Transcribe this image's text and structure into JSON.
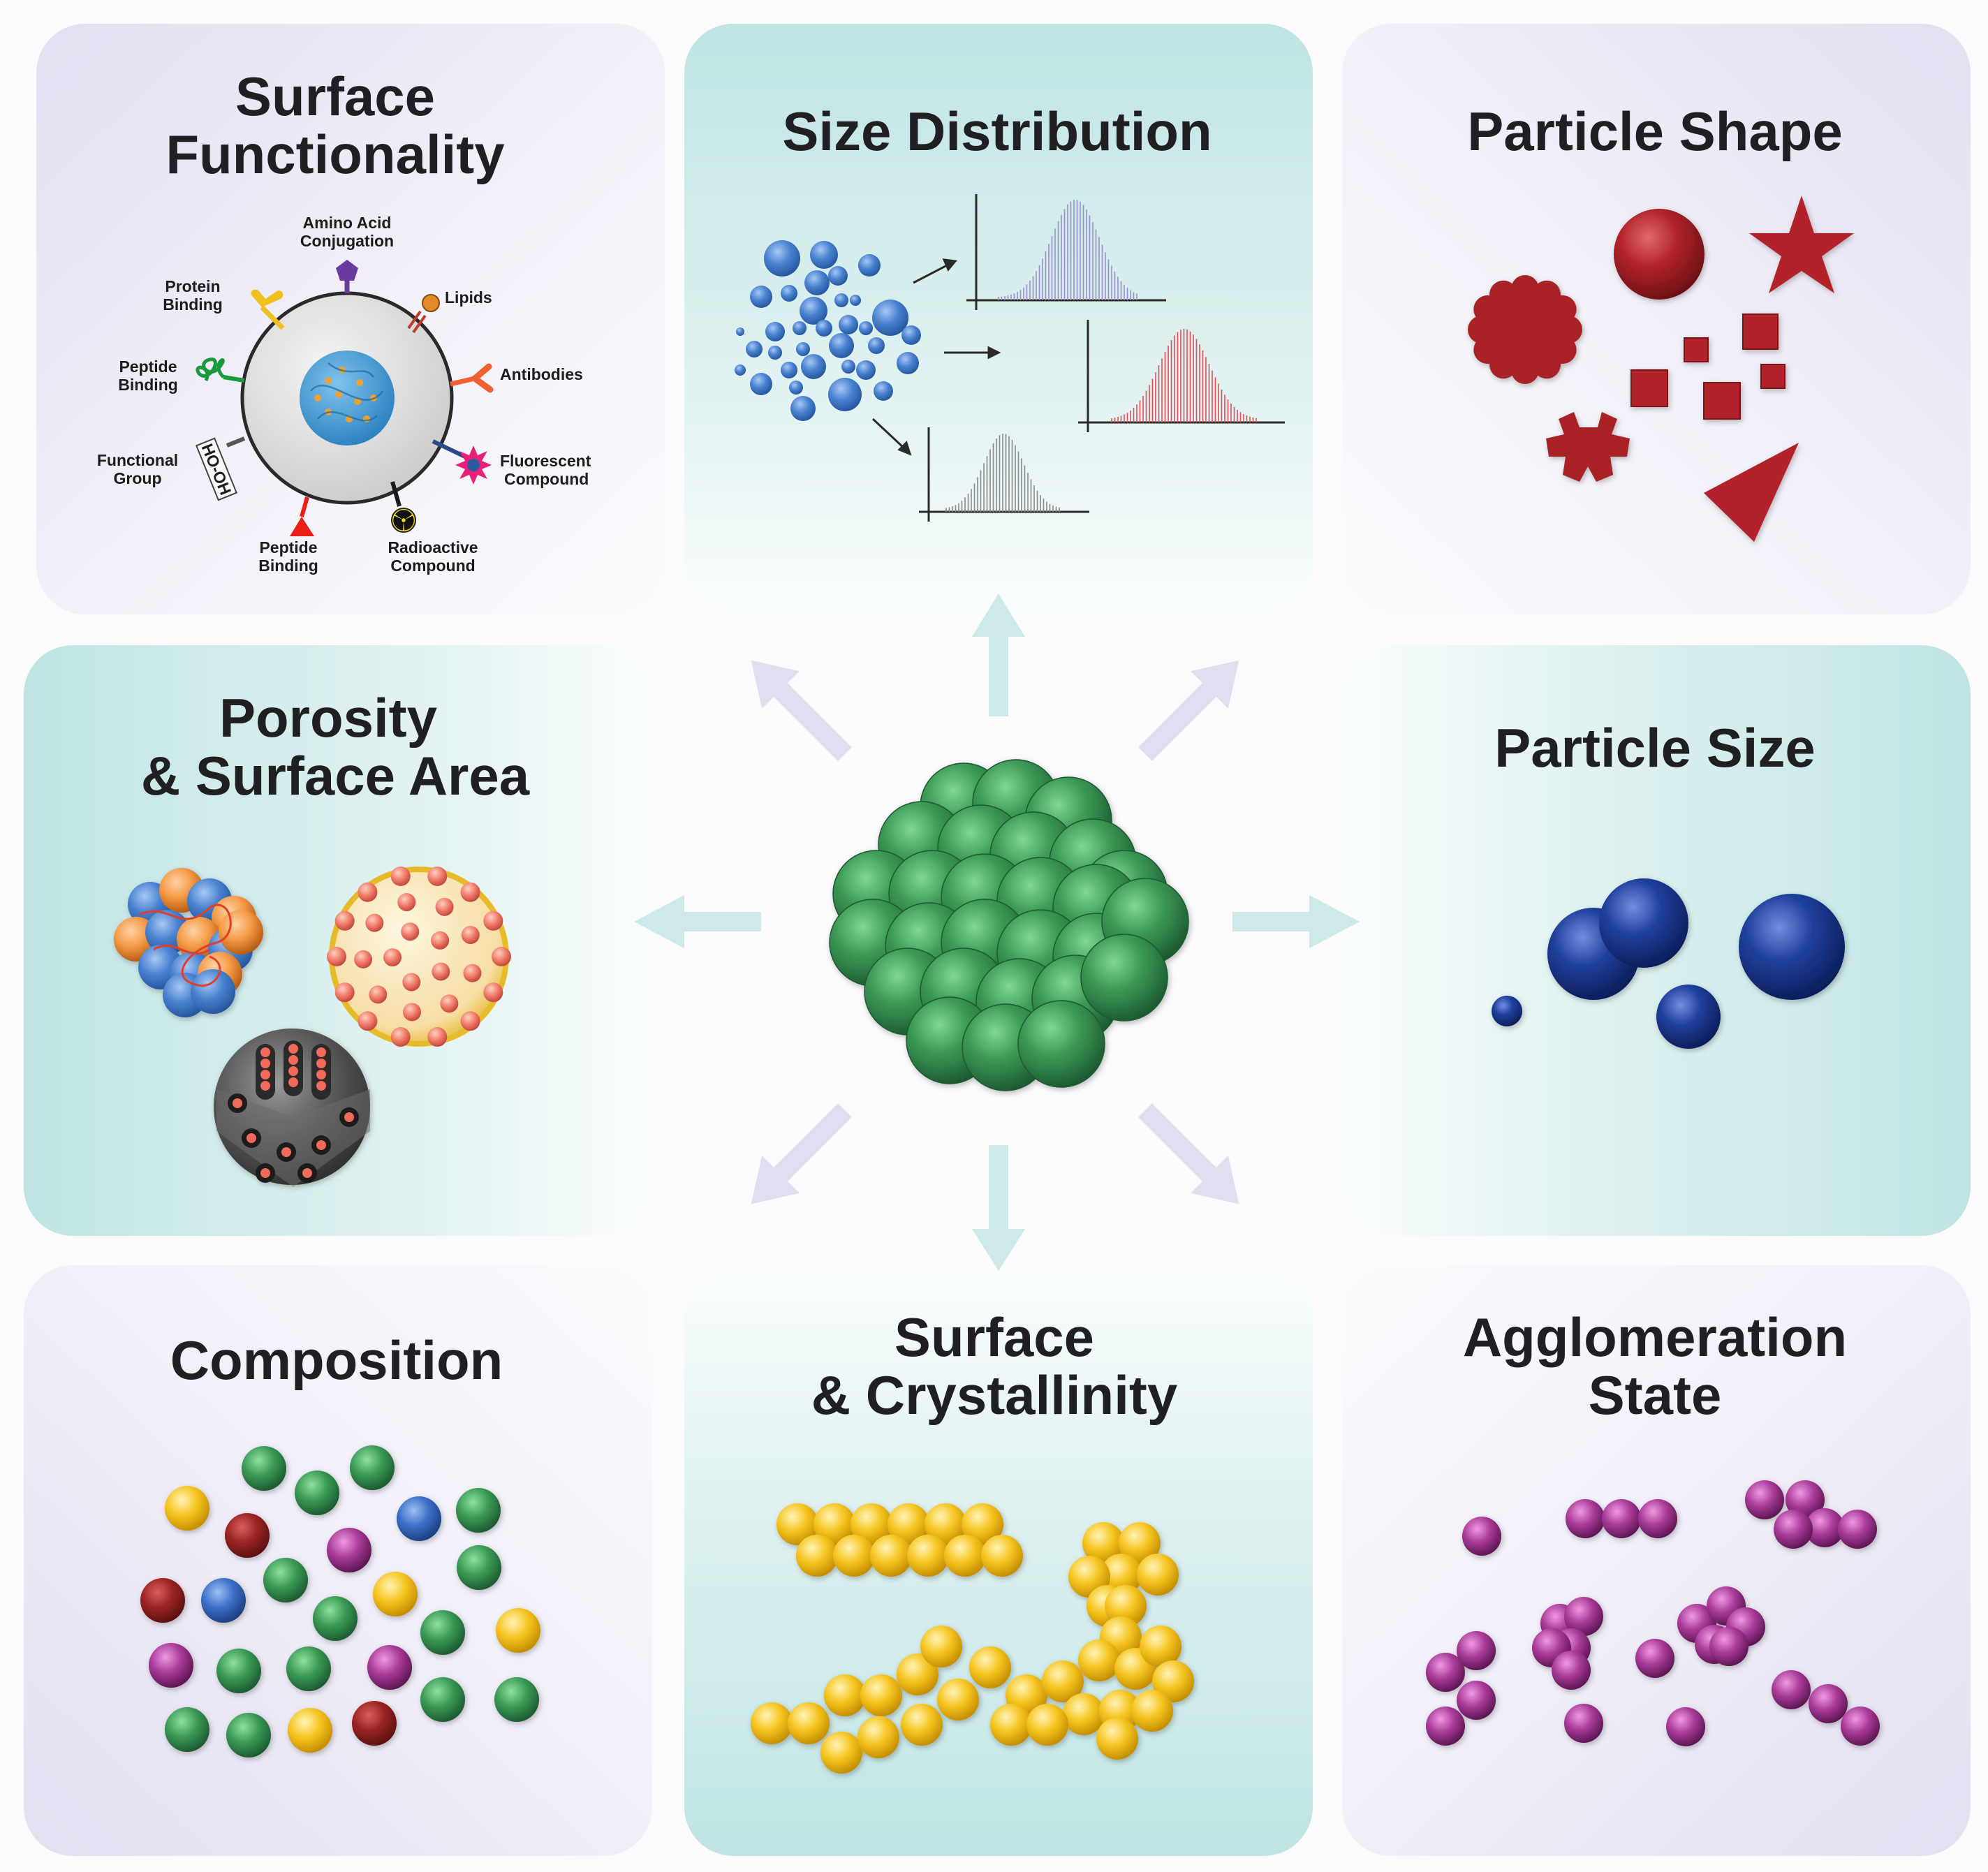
{
  "titles": {
    "surface_functionality": [
      "Surface",
      "Functionality"
    ],
    "size_distribution": "Size Distribution",
    "particle_shape": "Particle Shape",
    "porosity": [
      "Porosity",
      "& Surface Area"
    ],
    "particle_size": "Particle Size",
    "composition": "Composition",
    "surface_crystallinity": [
      "Surface",
      "& Crystallinity"
    ],
    "agglomeration": [
      "Agglomeration",
      "State"
    ]
  },
  "labels": {
    "amino_acid": [
      "Amino Acid",
      "Conjugation"
    ],
    "protein_binding": [
      "Protein",
      "Binding"
    ],
    "lipids": "Lipids",
    "peptide_binding_left": [
      "Peptide",
      "Binding"
    ],
    "antibodies": "Antibodies",
    "functional_group": [
      "Functional",
      "Group"
    ],
    "oh_oh": "HO-OH",
    "fluorescent": [
      "Fluorescent",
      "Compound"
    ],
    "peptide_binding_bottom": [
      "Peptide",
      "Binding"
    ],
    "radioactive": [
      "Radioactive",
      "Compound"
    ]
  },
  "colors": {
    "panel_purple": "#e9e6f4",
    "panel_teal": "#c3e6e6",
    "center_green": "#3d9b57",
    "shape_red": "#b2232a",
    "size_blue": "#1f3f9c",
    "composition_green": "#3a9a55",
    "composition_red": "#9a2424",
    "composition_blue": "#3b6fc8",
    "composition_magenta": "#a33a97",
    "composition_yellow": "#f0c020",
    "crystal_yellow": "#f6c521",
    "agglomerate_magenta": "#a83a98",
    "histogram_purple": "#9b8fc8",
    "histogram_red": "#e0505a",
    "histogram_gray": "#8a8a8a"
  },
  "icons": {
    "radioactive": "radiation-trefoil-icon",
    "fluorescent": "starburst-icon",
    "amino_acid": "pentagon-icon",
    "antibodies": "y-shaped-antibody-icon"
  }
}
